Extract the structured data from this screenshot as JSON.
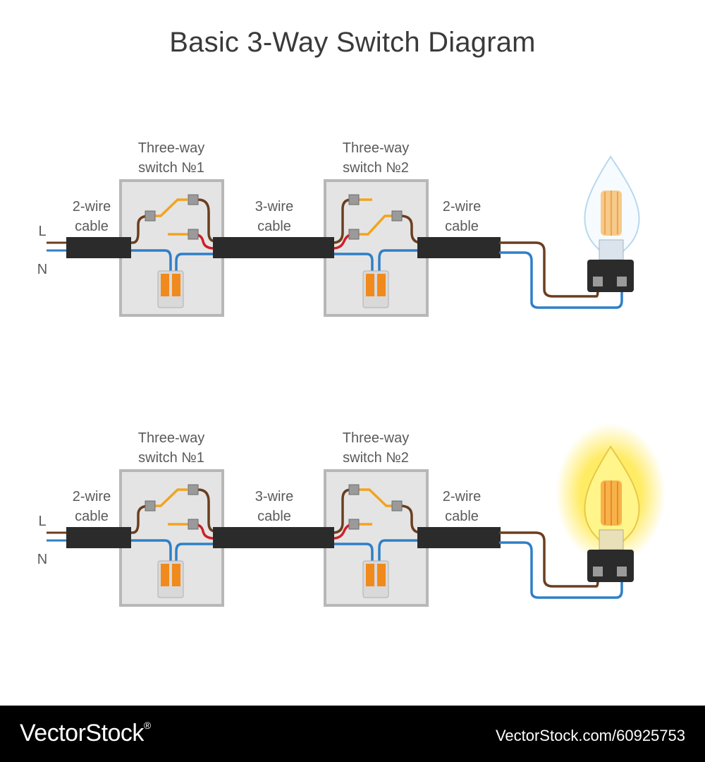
{
  "title": "Basic 3-Way Switch Diagram",
  "labels": {
    "switch1_line1": "Three-way",
    "switch1_line2": "switch №1",
    "switch2_line1": "Three-way",
    "switch2_line2": "switch №2",
    "cable2_line1": "2-wire",
    "cable2_line2": "cable",
    "cable3_line1": "3-wire",
    "cable3_line2": "cable",
    "live": "L",
    "neutral": "N"
  },
  "diagrams": [
    {
      "lamp_state": "off"
    },
    {
      "lamp_state": "on"
    }
  ],
  "colors": {
    "live_wire": "#6b3e1f",
    "neutral_wire": "#2e7fc8",
    "traveler_wire": "#d11f26",
    "switch_lever": "#f4a31c",
    "cable_sheath": "#2b2b2b",
    "box_fill": "#e4e4e4",
    "box_border": "#b7b7b7",
    "connector": "#f08a1c",
    "lamp_glow": "#ffe84a"
  },
  "footer": {
    "brand": "VectorStock",
    "brand_mark": "®",
    "url": "VectorStock.com/60925753"
  }
}
